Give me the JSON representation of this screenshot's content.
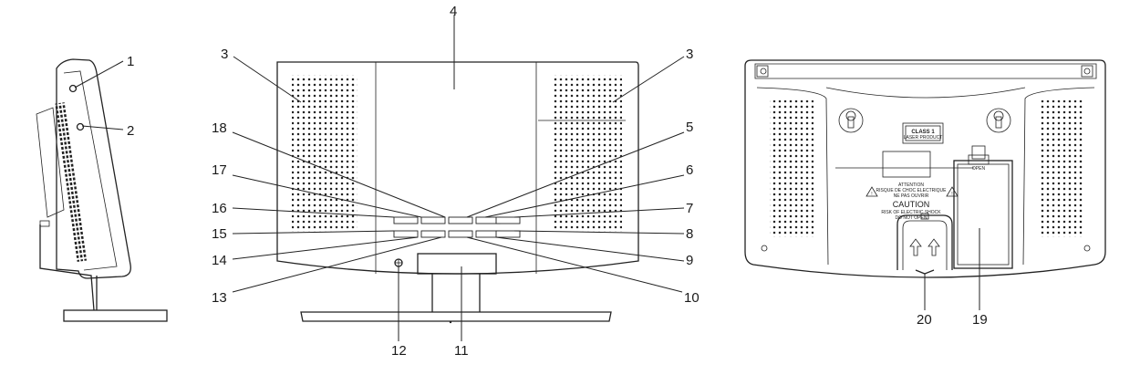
{
  "callouts": {
    "c1": "1",
    "c2": "2",
    "c3a": "3",
    "c3b": "3",
    "c4": "4",
    "c5": "5",
    "c6": "6",
    "c7": "7",
    "c8": "8",
    "c9": "9",
    "c10": "10",
    "c11": "11",
    "c12": "12",
    "c13": "13",
    "c14": "14",
    "c15": "15",
    "c16": "16",
    "c17": "17",
    "c18": "18",
    "c19": "19",
    "c20": "20"
  },
  "rear_labels": {
    "class_label_line1": "CLASS 1",
    "class_label_line2": "LASER PRODUCT",
    "attention": "ATTENTION",
    "risque_line1": "RISQUE DE CHOC ELECTRIQUE",
    "risque_line2": "NE PAS OUVRIR",
    "caution": "CAUTION",
    "shock_line1": "RISK OF ELECTRIC SHOCK",
    "shock_line2": "DO NOT OPEN",
    "open": "OPEN"
  },
  "colors": {
    "line": "#222222",
    "background": "#ffffff"
  }
}
